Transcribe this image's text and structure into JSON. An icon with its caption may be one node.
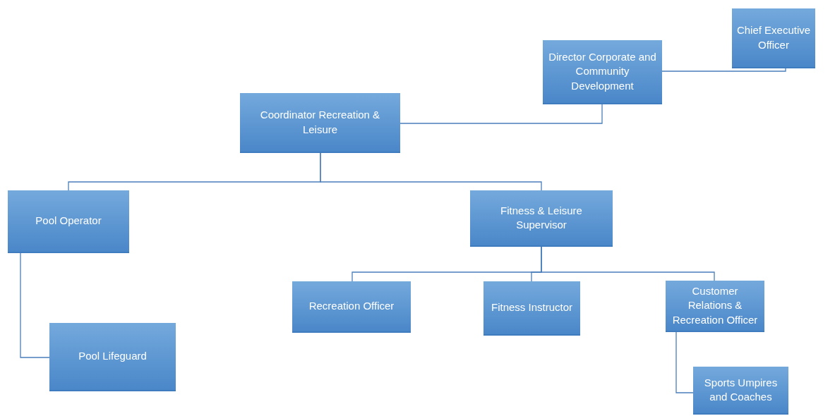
{
  "diagram": {
    "nodes": [
      {
        "text": [
          "Chief Executive Officer"
        ]
      },
      {
        "text": [
          "Director Corporate and Community Development"
        ]
      },
      {
        "text": [
          "Coordinator Recreation & Leisure"
        ]
      },
      {
        "text": [
          "Pool Operator"
        ]
      },
      {
        "text": [
          "Fitness & Leisure Supervisor"
        ]
      },
      {
        "text": [
          "Pool Lifeguard"
        ]
      },
      {
        "text": [
          "Recreation Officer"
        ]
      },
      {
        "text": [
          "Fitness Instructor"
        ]
      },
      {
        "text": [
          "Customer Relations & Recreation Officer"
        ]
      },
      {
        "text": [
          "Sports Umpires and Coaches"
        ]
      }
    ],
    "edges": [
      {
        "from": 0,
        "to": 1,
        "arrow": "none"
      },
      {
        "from": 1,
        "to": 2,
        "arrow": "none"
      },
      {
        "from": 2,
        "to": 3,
        "arrow": "none"
      },
      {
        "from": 2,
        "to": 4,
        "arrow": "none"
      },
      {
        "from": 3,
        "to": 5,
        "arrow": "none"
      },
      {
        "from": 4,
        "to": 6,
        "arrow": "none"
      },
      {
        "from": 4,
        "to": 7,
        "arrow": "none"
      },
      {
        "from": 4,
        "to": 8,
        "arrow": "none"
      },
      {
        "from": 8,
        "to": 9,
        "arrow": "none"
      }
    ]
  }
}
